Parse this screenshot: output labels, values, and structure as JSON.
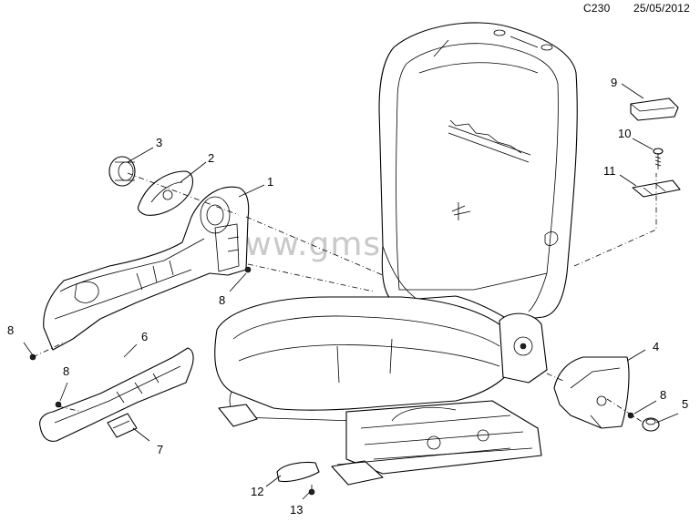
{
  "header": {
    "diagram_code": "C230",
    "date": "25/05/2012"
  },
  "watermark": "www.gmsklad.ru",
  "callouts": [
    {
      "id": "c1",
      "label": "1"
    },
    {
      "id": "c2",
      "label": "2"
    },
    {
      "id": "c3",
      "label": "3"
    },
    {
      "id": "c4",
      "label": "4"
    },
    {
      "id": "c5",
      "label": "5"
    },
    {
      "id": "c6",
      "label": "6"
    },
    {
      "id": "c7",
      "label": "7"
    },
    {
      "id": "c8a",
      "label": "8"
    },
    {
      "id": "c8b",
      "label": "8"
    },
    {
      "id": "c8c",
      "label": "8"
    },
    {
      "id": "c8d",
      "label": "8"
    },
    {
      "id": "c9",
      "label": "9"
    },
    {
      "id": "c10",
      "label": "10"
    },
    {
      "id": "c11",
      "label": "11"
    },
    {
      "id": "c12",
      "label": "12"
    },
    {
      "id": "c13",
      "label": "13"
    }
  ]
}
